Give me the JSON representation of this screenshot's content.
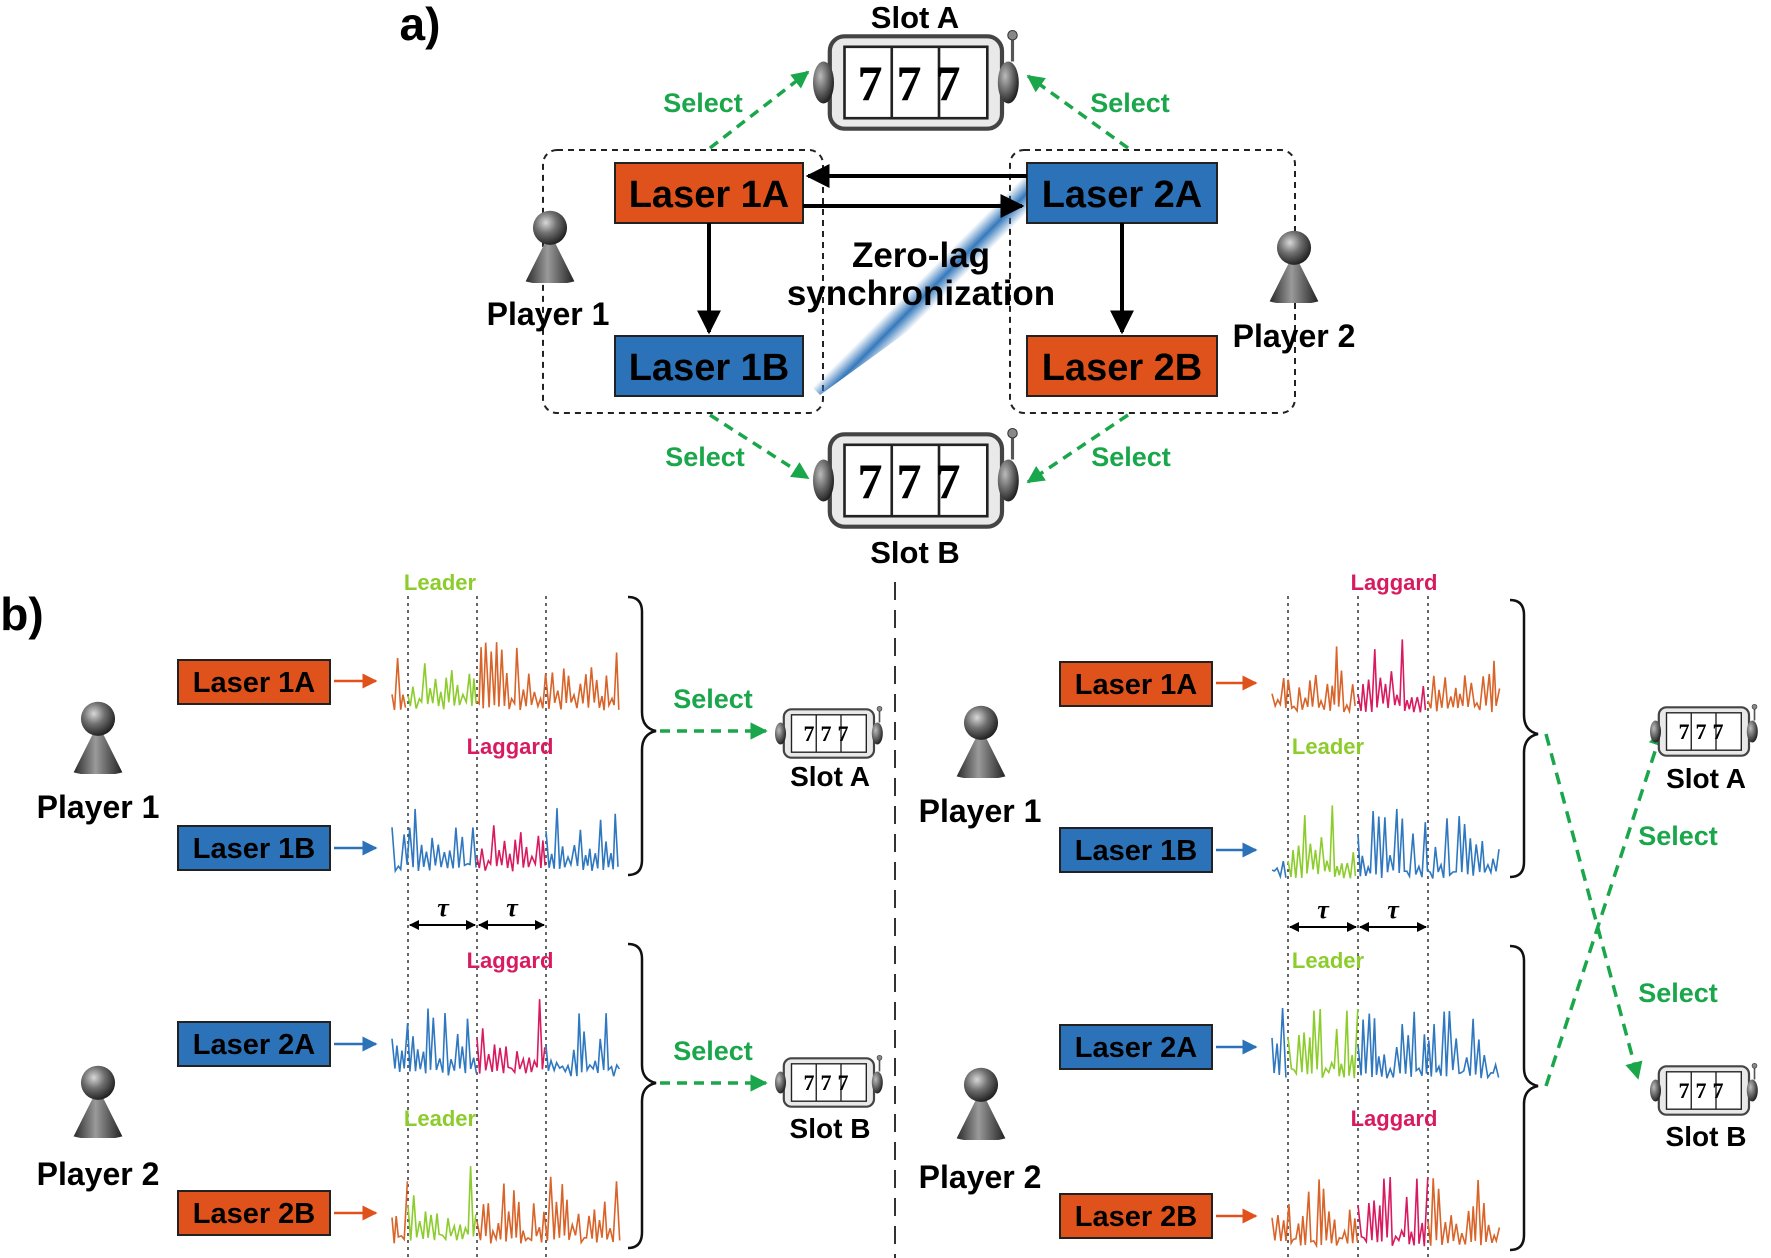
{
  "panel_a": {
    "label": "a)",
    "slot_top": "Slot A",
    "slot_bottom": "Slot B",
    "slot_digits": "777",
    "lasers": {
      "l1a": "Laser 1A",
      "l1b": "Laser 1B",
      "l2a": "Laser 2A",
      "l2b": "Laser 2B"
    },
    "player1": "Player 1",
    "player2": "Player 2",
    "select": "Select",
    "zero_lag_line1": "Zero-lag",
    "zero_lag_line2": "synchronization"
  },
  "panel_b": {
    "label": "b)",
    "left": {
      "player1": "Player 1",
      "player2": "Player 2",
      "lasers": [
        "Laser 1A",
        "Laser 1B",
        "Laser 2A",
        "Laser 2B"
      ],
      "roles": [
        "Leader",
        "Laggard",
        "Laggard",
        "Leader"
      ],
      "select": "Select",
      "slot_a": "Slot A",
      "slot_b": "Slot B",
      "tau": "τ"
    },
    "right": {
      "player1": "Player 1",
      "player2": "Player 2",
      "lasers": [
        "Laser 1A",
        "Laser 1B",
        "Laser 2A",
        "Laser 2B"
      ],
      "roles": [
        "Laggard",
        "Leader",
        "Leader",
        "Laggard"
      ],
      "select": "Select",
      "slot_a": "Slot A",
      "slot_b": "Slot B",
      "tau": "τ"
    }
  },
  "colors": {
    "orange": "#e0521c",
    "blue": "#2c72b8",
    "green": "#1aa64a",
    "leader": "#8ccc2c",
    "laggard": "#d81b60",
    "trace_orange": "#d8642a",
    "trace_blue": "#2f78c0"
  }
}
